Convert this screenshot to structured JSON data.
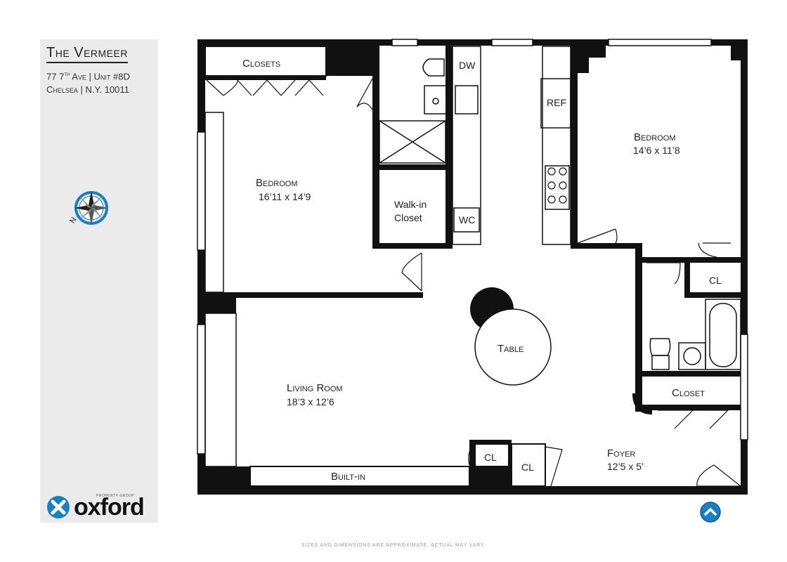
{
  "building": {
    "name": "The Vermeer",
    "address_line1_num": "77 7",
    "address_line1_sup": "th",
    "address_line1_rest": " Ave | Unit #8D",
    "address_line2": "Chelsea | N.Y. 10011"
  },
  "logo": {
    "word": "oxford",
    "subtitle": "PROPERTY GROUP"
  },
  "rooms": {
    "closets_top": "Closets",
    "bedroom1": {
      "name": "Bedroom",
      "dims": "16’11 x 14’9"
    },
    "bedroom2": {
      "name": "Bedroom",
      "dims": "14’6 x 11’8"
    },
    "living": {
      "name": "Living Room",
      "dims": "18’3 x 12’6"
    },
    "foyer": {
      "name": "Foyer",
      "dims": "12’5 x 5’"
    },
    "walkin": {
      "line1": "Walk-in",
      "line2": "Closet"
    },
    "table": "Table",
    "closet": "Closet",
    "builtin": "Built-in",
    "dw": "DW",
    "ref": "REF",
    "wc": "WC",
    "cl_right": "CL",
    "cl_bottom1": "CL",
    "cl_bottom2": "CL"
  },
  "disclaimer": "Sizes and dimensions are approximate, actual may vary.",
  "colors": {
    "wall": "#111111",
    "accent": "#1b7fc4",
    "sidebar": "#ebebeb"
  }
}
